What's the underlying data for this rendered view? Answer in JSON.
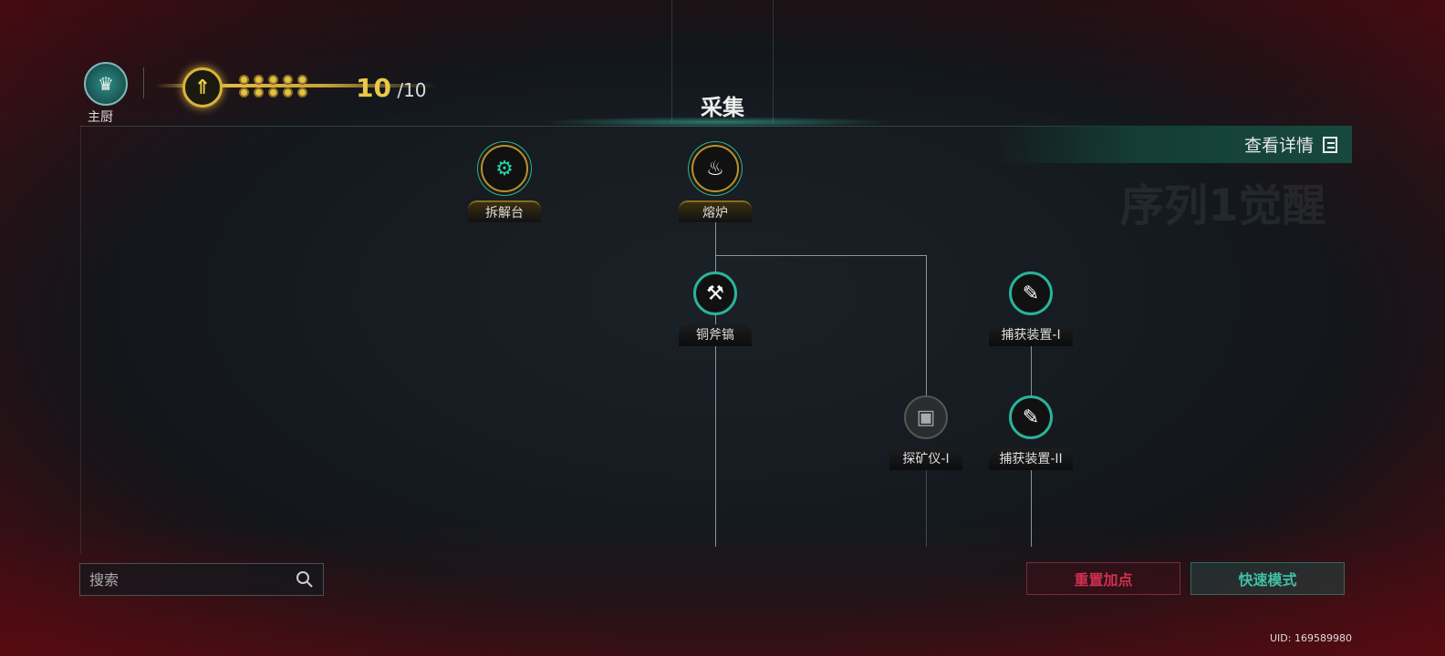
{
  "header": {
    "role_label": "主厨",
    "level_current": "10",
    "level_separator": "/",
    "level_max": "10",
    "points_filled": 10,
    "points_total": 10,
    "title": "采集"
  },
  "detail_button": {
    "label": "查看详情"
  },
  "watermark": "序列1觉醒",
  "nodes": [
    {
      "label": "拆解台",
      "icon": "wrench-gear-icon",
      "state": "gold"
    },
    {
      "label": "熔炉",
      "icon": "furnace-icon",
      "state": "gold"
    },
    {
      "label": "铜斧镐",
      "icon": "axe-pickaxe-icon",
      "state": "unlocked"
    },
    {
      "label": "捕获装置-I",
      "icon": "capture-device-icon",
      "state": "unlocked"
    },
    {
      "label": "探矿仪-I",
      "icon": "detector-icon",
      "state": "locked"
    },
    {
      "label": "捕获装置-II",
      "icon": "capture-device-icon",
      "state": "unlocked"
    }
  ],
  "search": {
    "placeholder": "搜索"
  },
  "buttons": {
    "reset": "重置加点",
    "fast_mode": "快速模式"
  },
  "uid": "UID: 169589980",
  "colors": {
    "accent_teal": "#2bb39a",
    "gold": "#e6c04a",
    "reset_red": "#d0304f"
  }
}
